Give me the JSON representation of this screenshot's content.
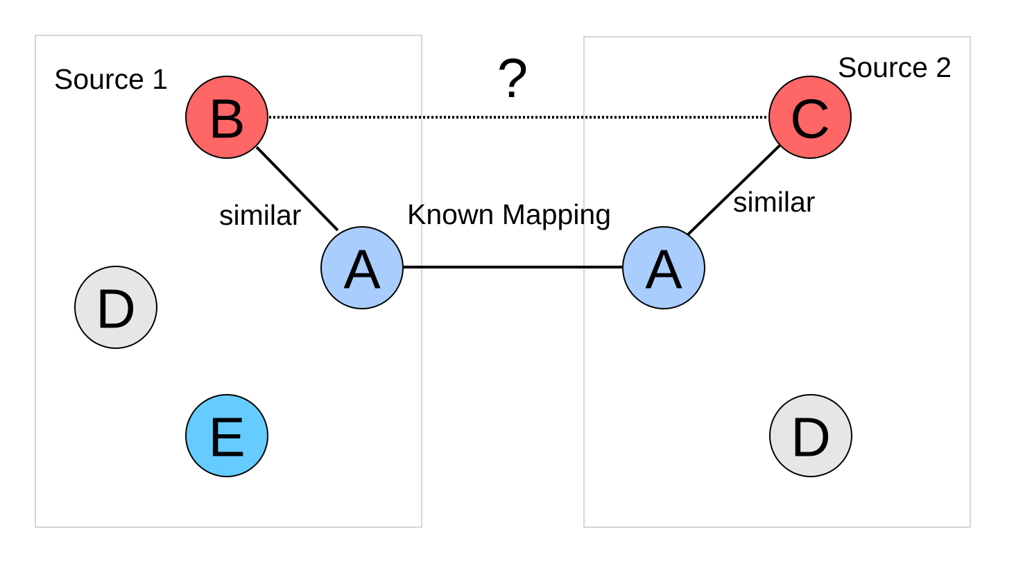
{
  "sources": [
    {
      "label": "Source 1"
    },
    {
      "label": "Source 2"
    }
  ],
  "nodes": {
    "s1_b": {
      "label": "B",
      "color": "#ff6666"
    },
    "s1_a": {
      "label": "A",
      "color": "#a9cdfc"
    },
    "s1_d": {
      "label": "D",
      "color": "#e6e6e6"
    },
    "s1_e": {
      "label": "E",
      "color": "#66ccff"
    },
    "s2_c": {
      "label": "C",
      "color": "#ff6666"
    },
    "s2_a": {
      "label": "A",
      "color": "#a9cdfc"
    },
    "s2_d": {
      "label": "D",
      "color": "#e6e6e6"
    }
  },
  "edges": {
    "s1_similar": "similar",
    "s2_similar": "similar",
    "known_mapping": "Known Mapping",
    "unknown_mapping": "?"
  }
}
